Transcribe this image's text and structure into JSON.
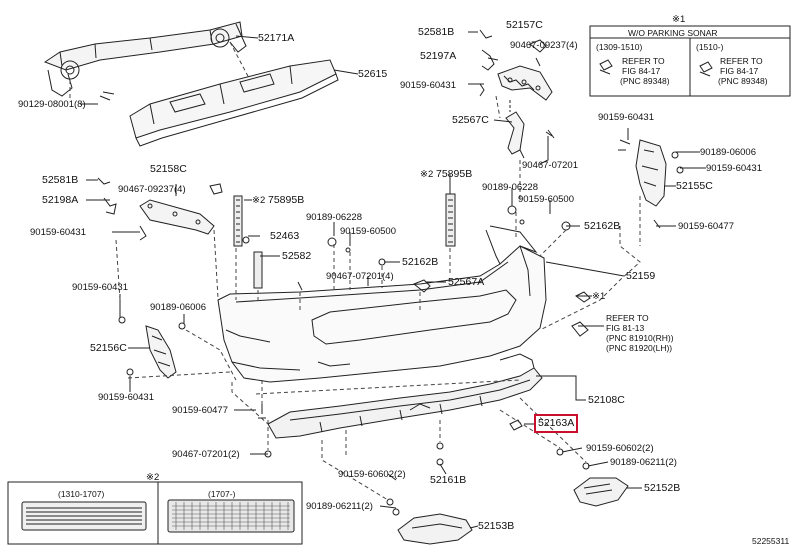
{
  "diagram_id": "52255311",
  "parts": {
    "p52171A": "52171A",
    "p52615": "52615",
    "p90129_08001": "90129-08001(8)",
    "p52581B_top": "52581B",
    "p52157C": "52157C",
    "p90467_09237_top": "90467-09237(4)",
    "p52197A": "52197A",
    "p90159_60431_a": "90159-60431",
    "p52567C": "52567C",
    "p90467_07201_a": "90467-07201",
    "p90159_60431_b": "90159-60431",
    "p90189_06006_a": "90189-06006",
    "p90159_60431_c": "90159-60431",
    "p52155C": "52155C",
    "p90159_60477_a": "90159-60477",
    "p52581B_left": "52581B",
    "p52158C": "52158C",
    "p90467_09237_left": "90467-09237(4)",
    "p52198A": "52198A",
    "p90159_60431_d": "90159-60431",
    "p75895B_left": "75895B",
    "p75895B_center": "75895B",
    "p90189_06228_a": "90189-06228",
    "p90159_60500_a": "90159-60500",
    "p90189_06228_b": "90189-06228",
    "p90159_60500_b": "90159-60500",
    "p52463": "52463",
    "p52582": "52582",
    "p52162B_a": "52162B",
    "p52162B_b": "52162B",
    "p90467_07201_b": "90467-07201(4)",
    "p52567A": "52567A",
    "p52159": "52159",
    "p90159_60431_e": "90159-60431",
    "p90189_06006_b": "90189-06006",
    "p52156C": "52156C",
    "p90159_60431_f": "90159-60431",
    "p90159_60477_b": "90159-60477",
    "p52108C": "52108C",
    "p52163A": "52163A",
    "p90467_07201_c": "90467-07201(2)",
    "p90159_60602_a": "90159-60602(2)",
    "p90189_06211_a": "90189-06211(2)",
    "p52152B": "52152B",
    "p90159_60602_b": "90159-60602(2)",
    "p90189_06211_b": "90189-06211(2)",
    "p52161B": "52161B",
    "p52153B": "52153B"
  },
  "marks": {
    "note1": "※1",
    "note2": "※2",
    "note2b": "※2",
    "note1b": "※1"
  },
  "refer_right": {
    "line1": "REFER TO",
    "line2": "FIG 81-13",
    "line3": "(PNC 81910(RH))",
    "line4": "(PNC 81920(LH))"
  },
  "inset_top": {
    "title": "W/O PARKING SONAR",
    "col1_date": "(1309-1510)",
    "col2_date": "(1510-)",
    "refer1_l1": "REFER TO",
    "refer1_l2": "FIG 84-17",
    "refer1_l3": "(PNC 89348)",
    "refer2_l1": "REFER TO",
    "refer2_l2": "FIG 84-17",
    "refer2_l3": "(PNC 89348)"
  },
  "inset_bottom": {
    "col1_date": "(1310-1707)",
    "col2_date": "(1707-)"
  },
  "colors": {
    "highlight": "#c8102e",
    "line": "#222222"
  }
}
